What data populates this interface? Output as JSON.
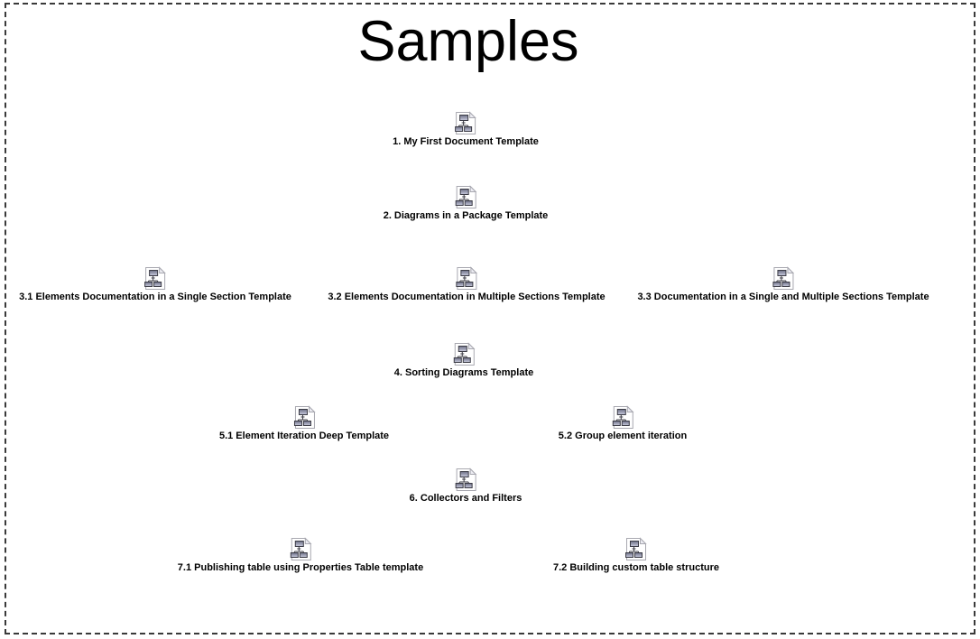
{
  "page": {
    "title": "Samples",
    "background_color": "#ffffff",
    "boundary_color": "#3a3a3a",
    "text_color": "#000000"
  },
  "icon": {
    "name": "document-template-icon",
    "description": "white page with folded corner containing a small org-chart of three boxes",
    "page_stroke": "#a8a8b0",
    "box_fill_top": "#6d7086",
    "box_fill_bottom": "#c9cbde",
    "box_stroke": "#3c3c46"
  },
  "items": [
    {
      "label": "1. My First Document Template"
    },
    {
      "label": "2. Diagrams in a Package Template"
    },
    {
      "label": "3.1 Elements Documentation in a Single Section Template"
    },
    {
      "label": "3.2 Elements Documentation in Multiple Sections Template"
    },
    {
      "label": "3.3 Documentation in a Single and Multiple Sections Template"
    },
    {
      "label": "4. Sorting Diagrams Template"
    },
    {
      "label": "5.1 Element Iteration Deep Template"
    },
    {
      "label": "5.2 Group element iteration"
    },
    {
      "label": "6. Collectors and Filters"
    },
    {
      "label": "7.1 Publishing table using Properties Table template"
    },
    {
      "label": "7.2 Building custom table structure"
    }
  ]
}
